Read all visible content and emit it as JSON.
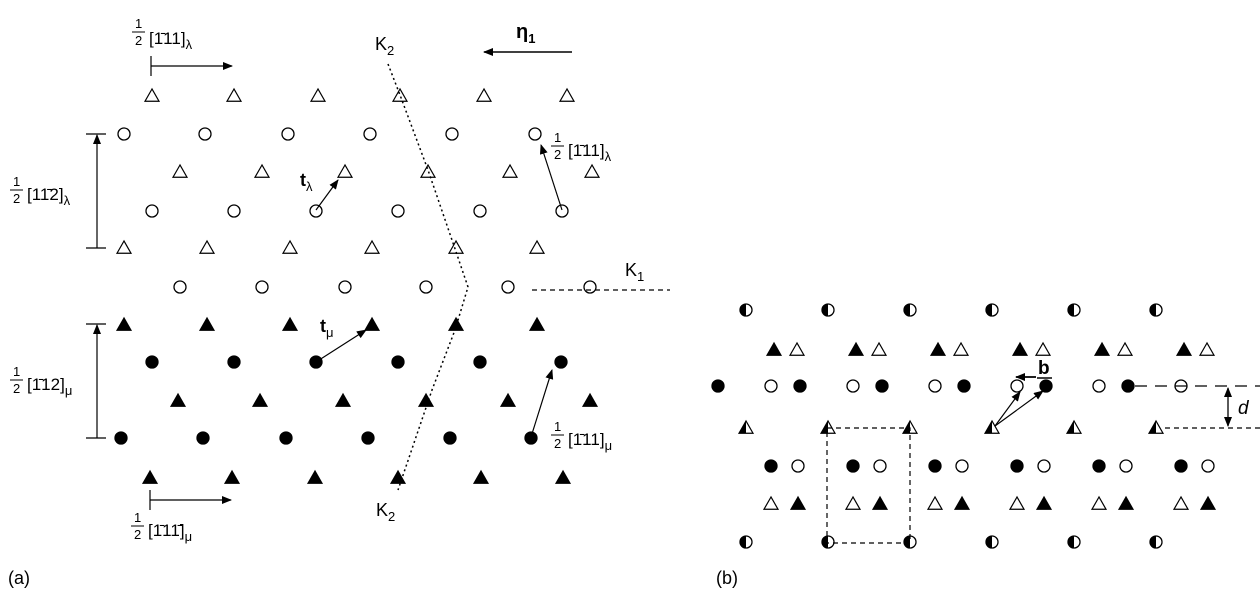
{
  "panel_a": {
    "label": "(a)",
    "k2_top": "K",
    "k2_top_sub": "2",
    "k2_bottom": "K",
    "k2_bottom_sub": "2",
    "k1": "K",
    "k1_sub": "1",
    "eta": "η",
    "eta_sub": "1",
    "t_lambda": "t",
    "t_lambda_sub": "λ",
    "t_mu": "t",
    "t_mu_sub": "μ",
    "half": "1",
    "half_den": "2",
    "vec_top_left": "[1̄11]",
    "vec_top_left_sub": "λ",
    "vec_left_lambda": "[11̄2]",
    "vec_left_lambda_sub": "λ",
    "vec_right_lambda": "[1̄11]",
    "vec_right_lambda_sub": "λ",
    "vec_left_mu": "[1̄12]",
    "vec_left_mu_sub": "μ",
    "vec_right_mu": "[1̄11]",
    "vec_right_mu_sub": "μ",
    "vec_bottom_mu": "[1̄11̄]",
    "vec_bottom_mu_sub": "μ"
  },
  "panel_b": {
    "label": "(b)",
    "b": "b",
    "d": "d"
  }
}
